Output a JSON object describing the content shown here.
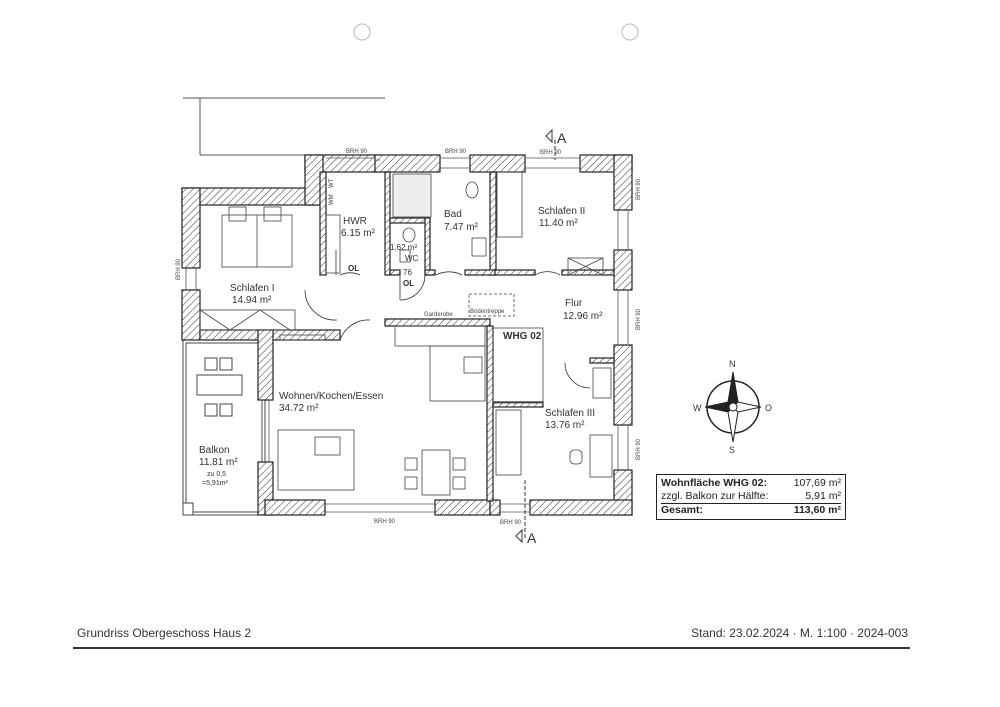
{
  "rooms": {
    "schlafen1": {
      "name": "Schlafen I",
      "area": "14.94 m²"
    },
    "hwr": {
      "name": "HWR",
      "area": "6.15 m²"
    },
    "bad": {
      "name": "Bad",
      "area": "7.47 m²"
    },
    "wc": {
      "name": "WC",
      "area": "1.62 m²",
      "door": "76"
    },
    "schlafen2": {
      "name": "Schlafen II",
      "area": "11.40 m²"
    },
    "flur": {
      "name": "Flur",
      "area": "12.96 m²"
    },
    "wohnen": {
      "name": "Wohnen/Kochen/Essen",
      "area": "34.72 m²"
    },
    "schlafen3": {
      "name": "Schlafen III",
      "area": "13.76 m²"
    },
    "balkon": {
      "name": "Balkon",
      "area": "11.81 m²",
      "factor": "zu 0,5",
      "reduced": "=5,91m²"
    }
  },
  "annotations": {
    "brh": "BRH 90",
    "ol": "OL",
    "wt": "WT",
    "wm": "WM",
    "garderobe": "Garderobe",
    "bodentreppe": "Bodentreppe",
    "unit": "WHG 02",
    "section": "A"
  },
  "compass": {
    "n": "N",
    "s": "S",
    "w": "W",
    "o": "O"
  },
  "area_summary": {
    "rows": [
      {
        "label": "Wohnfläche WHG 02:",
        "value": "107,69 m²"
      },
      {
        "label": "zzgl. Balkon zur Hälfte:",
        "value": "5,91 m²"
      },
      {
        "label": "Gesamt:",
        "value": "113,60 m²"
      }
    ]
  },
  "footer": {
    "title": "Grundriss Obergeschoss Haus 2",
    "meta": "Stand: 23.02.2024 · M. 1:100 · 2024-003"
  }
}
